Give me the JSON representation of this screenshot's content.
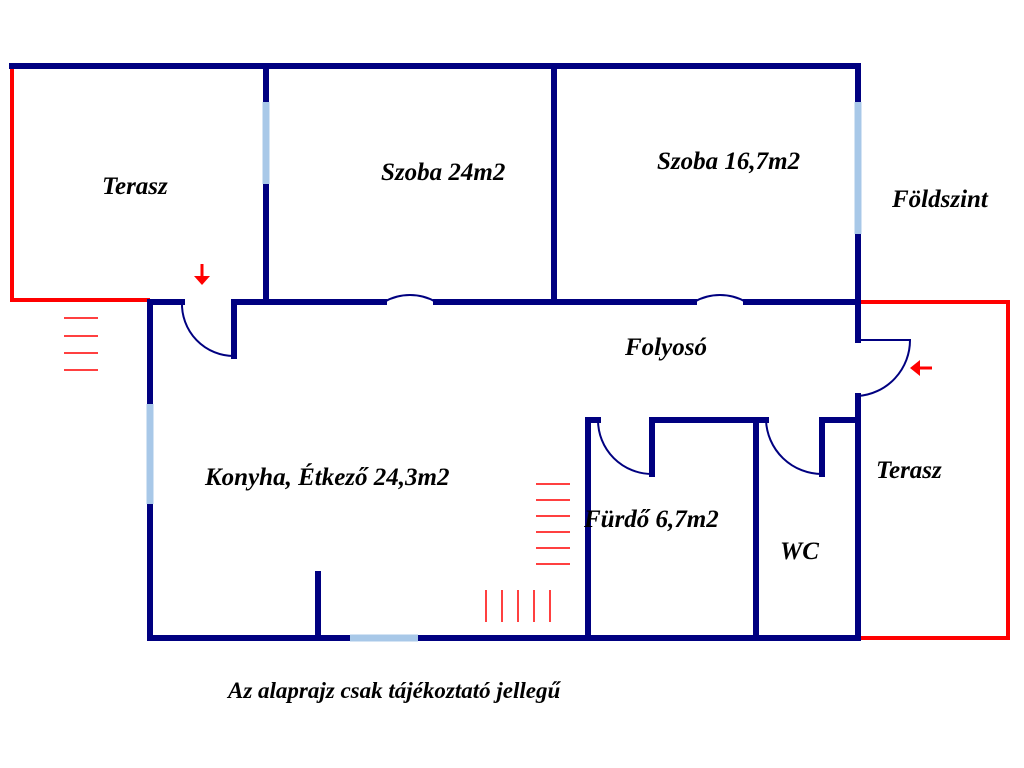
{
  "labels": {
    "terasz_left": "Terasz",
    "szoba_1": "Szoba 24m2",
    "szoba_2": "Szoba 16,7m2",
    "floor": "Földszint",
    "corridor": "Folyosó",
    "kitchen": "Konyha, Étkező 24,3m2",
    "bathroom": "Fürdő 6,7m2",
    "wc": "WC",
    "terasz_right": "Terasz"
  },
  "caption": "Az alaprajz csak tájékoztató jellegű",
  "colors": {
    "wall": "#000080",
    "window": "#a8c8e8",
    "terrace": "#ff0000",
    "stairs": "#ff0000",
    "door_arc": "#000080",
    "entry_arrow": "#ff0000",
    "text": "#000000"
  }
}
